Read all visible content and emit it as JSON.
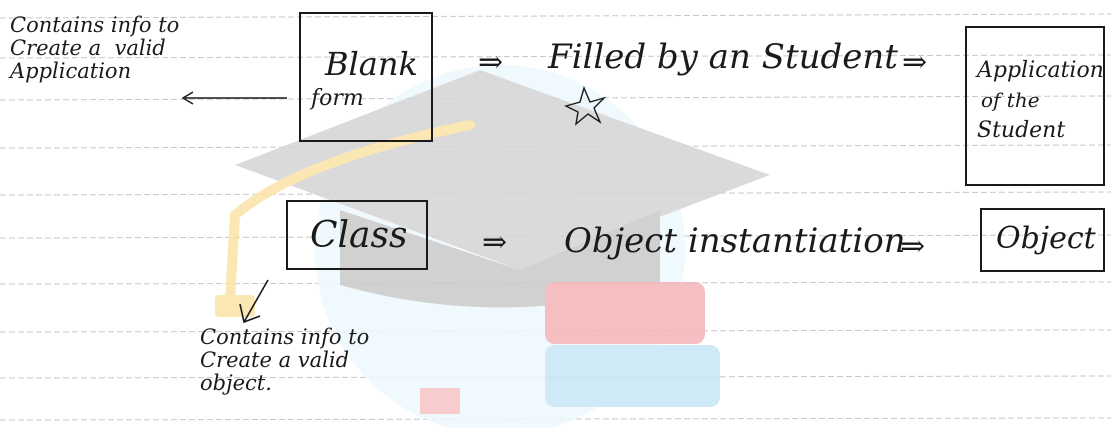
{
  "diagram": {
    "top_note": [
      "Contains info to",
      "Create a  valid",
      "Application"
    ],
    "row1": {
      "box_left_lines": [
        "Blank",
        "form"
      ],
      "middle_label": "Filled by an Student",
      "box_right_lines": [
        "Application",
        "of the",
        "Student"
      ]
    },
    "row2": {
      "box_left": "Class",
      "middle_label": "Object instantiation",
      "box_right": "Object"
    },
    "bottom_note": [
      "Contains info to",
      "Create a valid",
      "object."
    ],
    "implies_symbol": "⇒",
    "small_arrow_symbol": "←"
  },
  "colors": {
    "ink": "#1a1a1a",
    "rule_line": "#c8c8c8",
    "watermark_cap": "#cfcfcf",
    "watermark_books_red": "#f3b5b8",
    "watermark_books_blue": "#c6e6f5",
    "watermark_tassel": "#fbe7b5"
  }
}
